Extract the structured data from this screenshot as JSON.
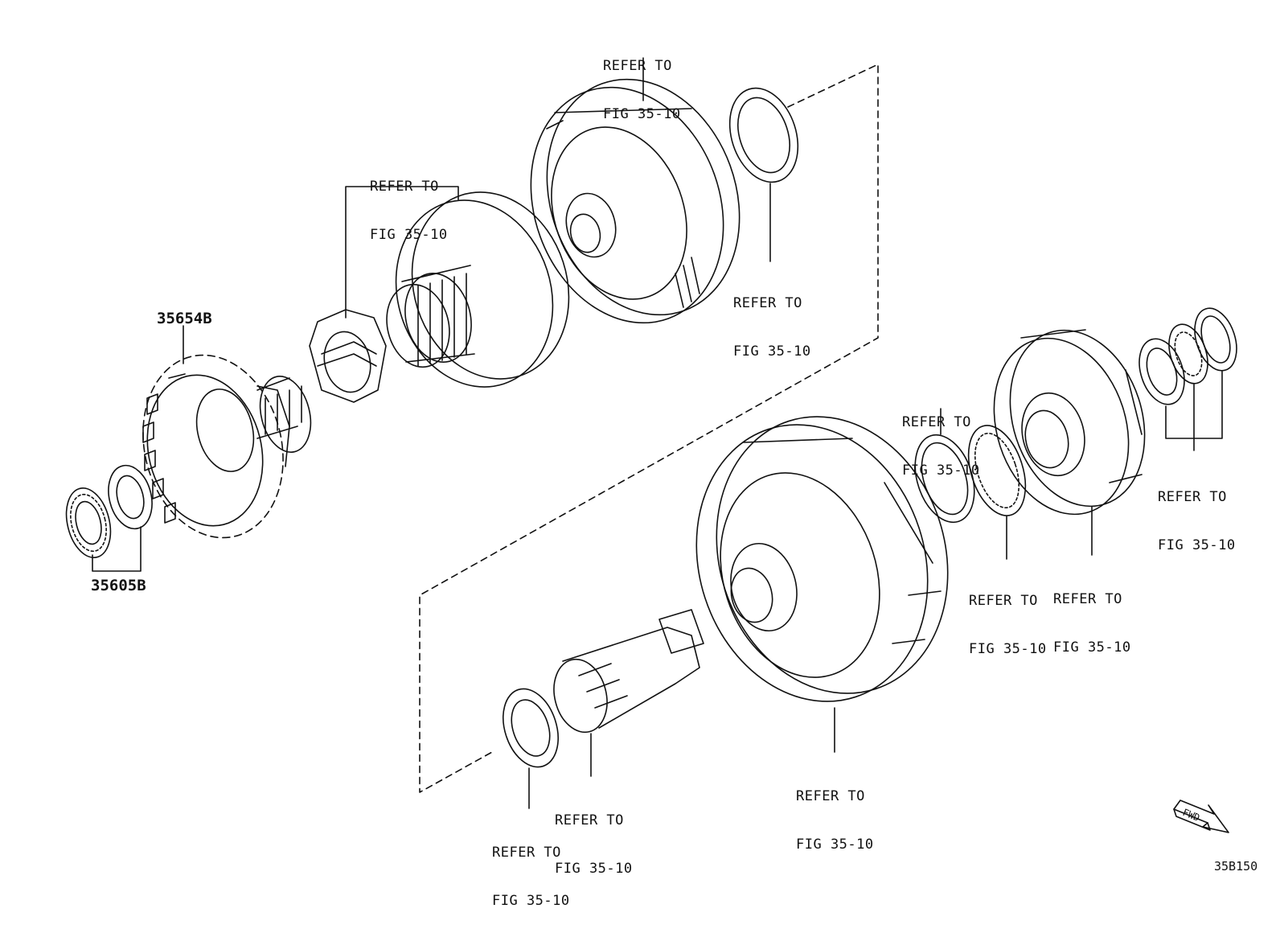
{
  "refer_label": {
    "line1": "REFER TO",
    "line2": "FIG 35-10"
  },
  "part_numbers": {
    "ring_gear": "35654B",
    "bearing_set": "35605B"
  },
  "direction_label": "FWD",
  "figure_id": "35B150",
  "icons": {
    "direction": "fwd-arrow-icon"
  },
  "colors": {
    "line": "#111111",
    "background": "#ffffff"
  }
}
